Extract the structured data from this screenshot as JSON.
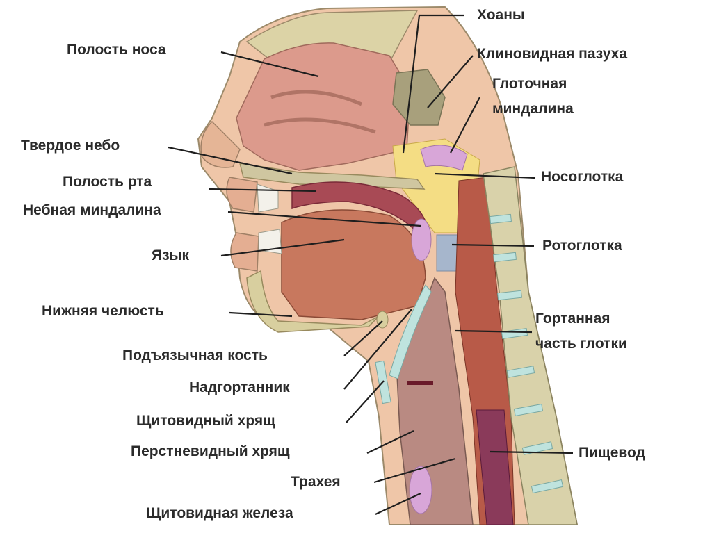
{
  "labels": {
    "choanae": "Хоаны",
    "sphenoid_sinus": "Клиновидная пазуха",
    "pharyngeal_tonsil_1": "Глоточная",
    "pharyngeal_tonsil_2": "миндалина",
    "nasal_cavity": "Полость носа",
    "hard_palate": "Твердое небо",
    "oral_cavity": "Полость рта",
    "palatine_tonsil": "Небная миндалина",
    "tongue": "Язык",
    "mandible": "Нижняя челюсть",
    "hyoid_bone": "Подъязычная кость",
    "epiglottis": "Надгортанник",
    "thyroid_cartilage": "Щитовидный хрящ",
    "cricoid_cartilage": "Перстневидный хрящ",
    "trachea": "Трахея",
    "thyroid_gland": "Щитовидная железа",
    "nasopharynx": "Носоглотка",
    "oropharynx": "Ротоглотка",
    "laryngopharynx_1": "Гортанная",
    "laryngopharynx_2": "часть глотки",
    "esophagus": "Пищевод"
  },
  "colors": {
    "nasal": "#d9988c",
    "skin": "#e8b89a",
    "bone": "#d8cf9f",
    "tongue": "#c8785e",
    "palate": "#a84a55",
    "nasopharynx": "#f4dd84",
    "tonsil": "#d8a6d8",
    "oropharynx": "#a6b6cc",
    "muscle": "#b85a48",
    "esophagus": "#8a3a5a",
    "spine": "#d9d2aa",
    "disc": "#bfe3de",
    "trachea": "#b98a82"
  }
}
